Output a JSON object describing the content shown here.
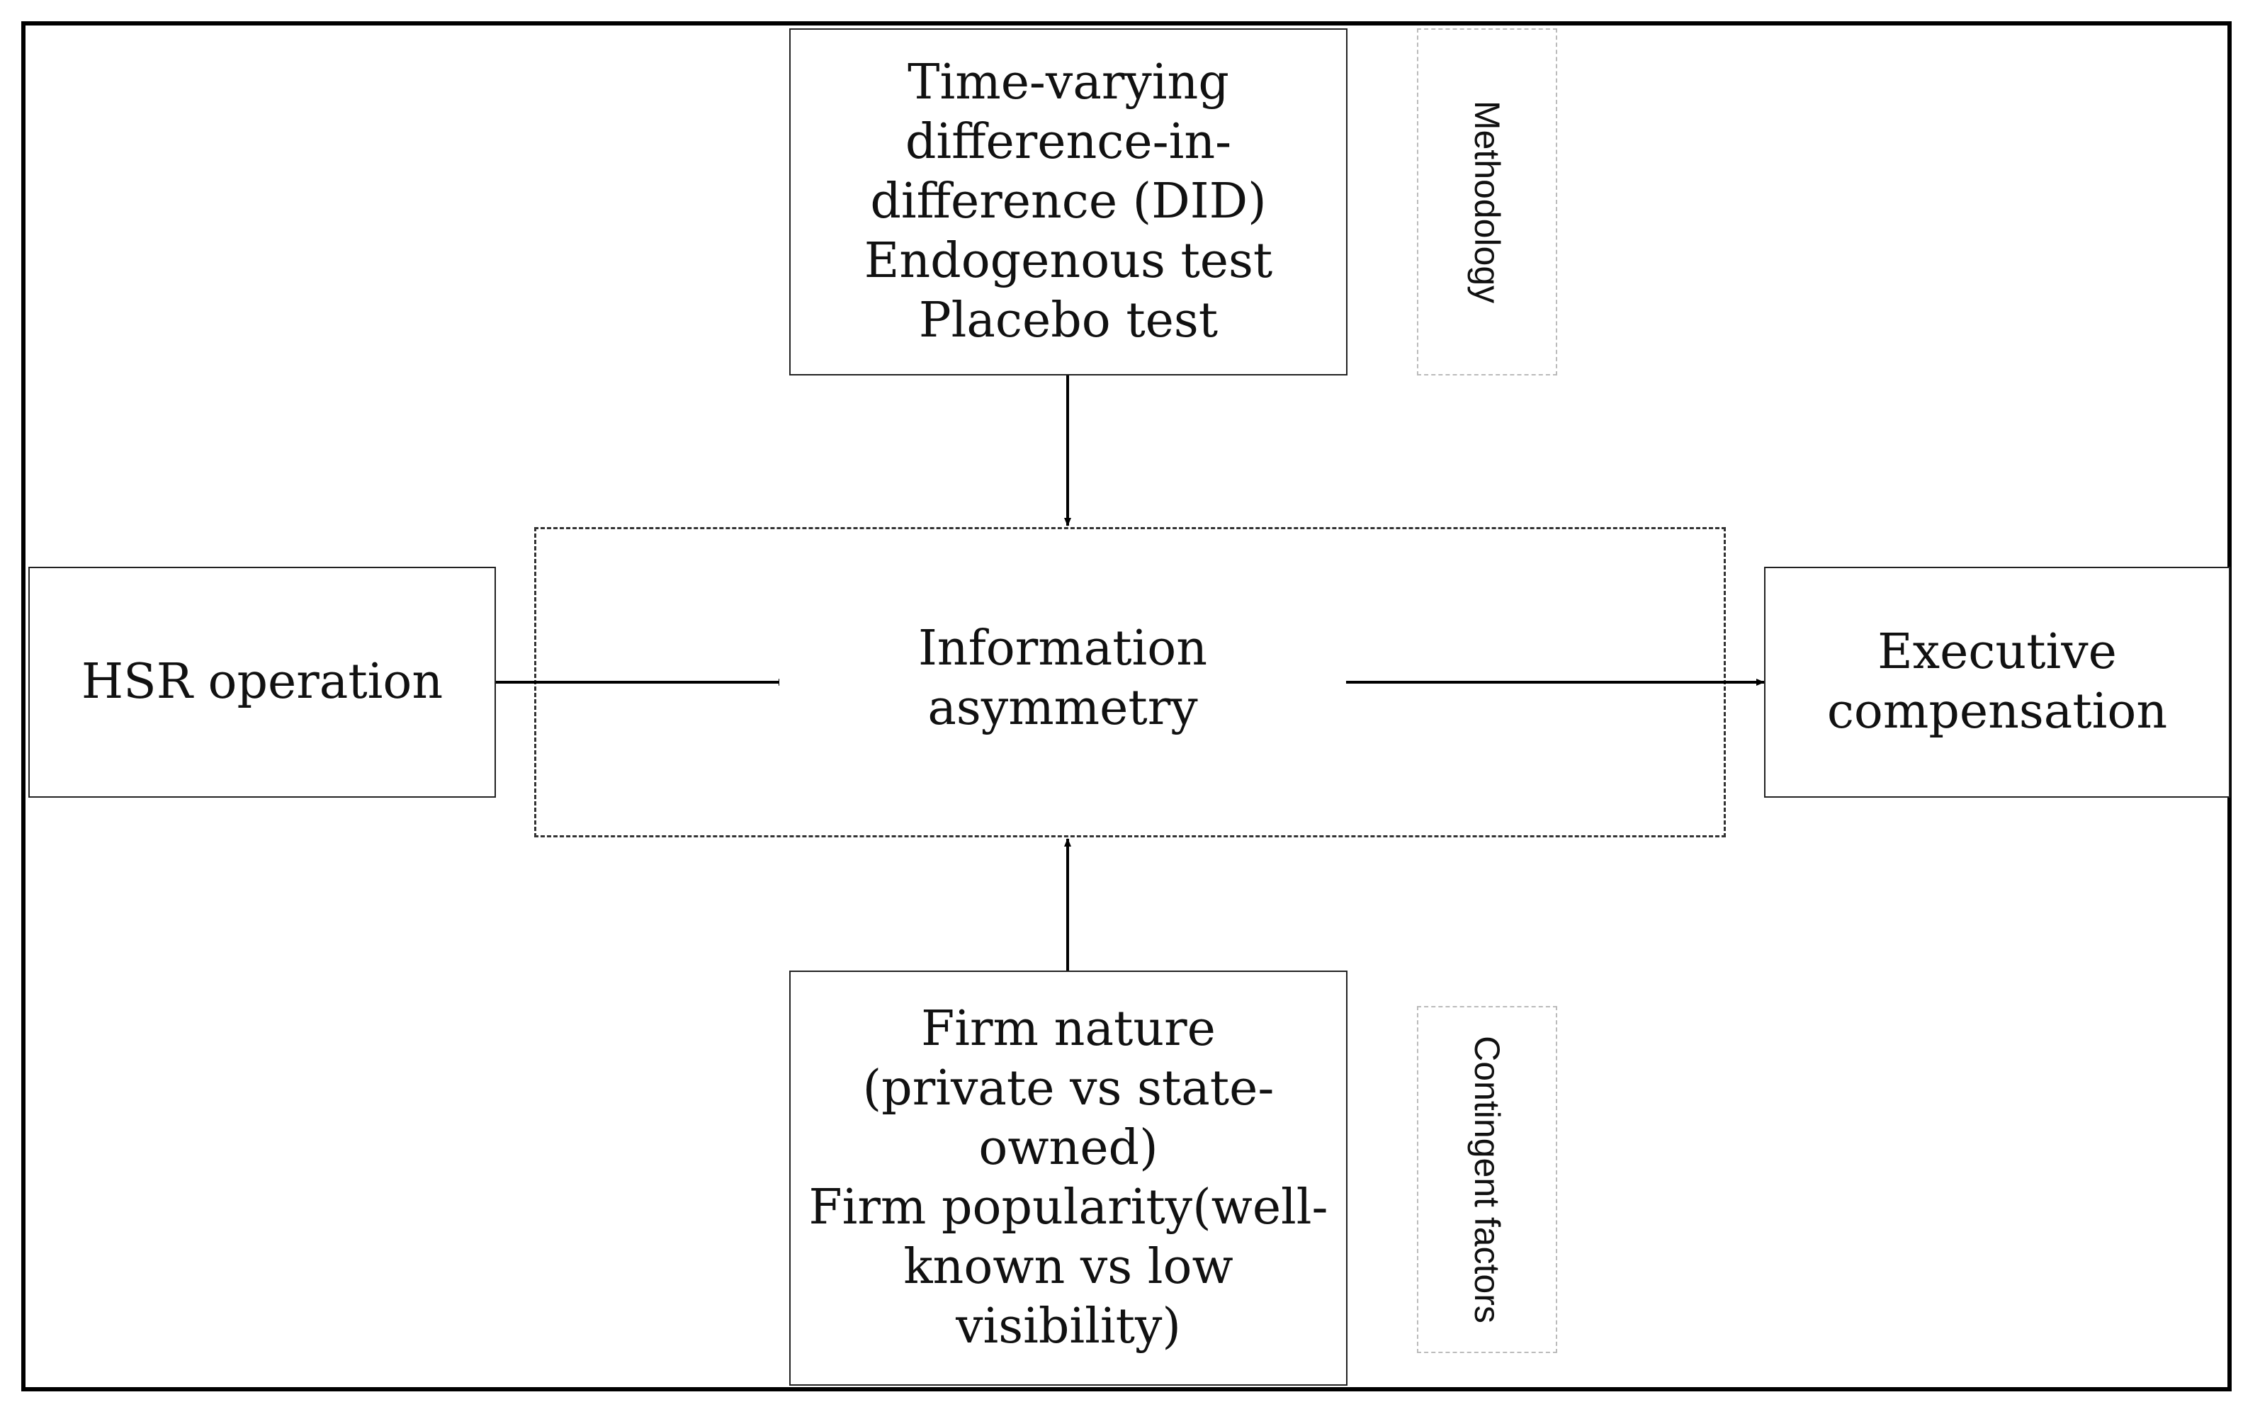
{
  "methodology_box": {
    "lines": [
      "Time-varying",
      "difference-in-",
      "difference (DID)",
      "Endogenous  test",
      "Placebo test"
    ]
  },
  "methodology_label": "Methodology",
  "hsr_box": {
    "label": "HSR operation"
  },
  "center": {
    "lines": [
      "Information",
      "asymmetry"
    ]
  },
  "exec_box": {
    "lines": [
      "Executive",
      "compensation"
    ]
  },
  "factors_box": {
    "lines": [
      "Firm nature",
      "(private vs state-",
      "owned)",
      "Firm popularity(well-",
      "known vs low",
      "visibility)"
    ]
  },
  "factors_label": "Contingent factors"
}
